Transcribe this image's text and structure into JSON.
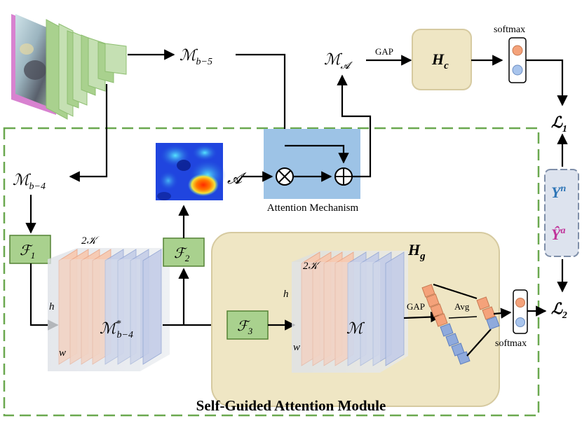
{
  "labels": {
    "m_b5": "𝓜b−5",
    "m_b5_main": "ℳ",
    "m_b5_sub": "b−5",
    "m_b4_main": "ℳ",
    "m_b4_sub": "b−4",
    "m_a_main": "ℳ",
    "m_a_sub": "𝓐",
    "gap_top": "GAP",
    "h_c_main": "H",
    "h_c_sub": "c",
    "softmax_top": "softmax",
    "l1_main": "ℒ",
    "l1_sub": "1",
    "l2_main": "ℒ",
    "l2_sub": "2",
    "a_label": "𝓐",
    "attention_mechanism": "Attention Mechanism",
    "f1_main": "ℱ",
    "f1_sub": "1",
    "f2_main": "ℱ",
    "f2_sub": "2",
    "f3_main": "ℱ",
    "f3_sub": "3",
    "k2_left": "2𝒦",
    "h_left": "h",
    "w_left": "w",
    "m_star_main": "ℳ",
    "m_star_sup": "*",
    "m_star_sub": "b−4",
    "h_g_main": "H",
    "h_g_sub": "g",
    "k2_right": "2𝒦",
    "h_right": "h",
    "w_right": "w",
    "m_right": "ℳ",
    "gap_bottom": "GAP",
    "avg": "Avg",
    "softmax_bottom": "softmax",
    "y_n_main": "Y",
    "y_n_sup": "n",
    "y_a_main": "Ŷ",
    "y_a_sup": "a",
    "module_title": "Self-Guided Attention Module",
    "op_multiply": "⊗",
    "op_add": "⊕"
  },
  "colors": {
    "dashed_border": "#6aa84f",
    "attention_box": "#9dc3e6",
    "f_box_fill": "#a9d18e",
    "f_box_stroke": "#548235",
    "h_box_fill": "#efe6c4",
    "h_box_stroke": "#d6caa0",
    "backbone_green": "#a9d18e",
    "salmon": "#f4b183",
    "blue_slab": "#8faadc",
    "y_n_color": "#2e75b6",
    "y_a_color": "#c0339a",
    "y_box_fill": "#dde3ee",
    "y_box_stroke": "#7f8fa9"
  },
  "icons": {
    "multiply": "circle-times-icon",
    "add": "circle-plus-icon",
    "softmax_vector": "two-dot-vector-icon",
    "heatmap": "attention-heatmap-image",
    "input_photo": "input-frame-image"
  }
}
